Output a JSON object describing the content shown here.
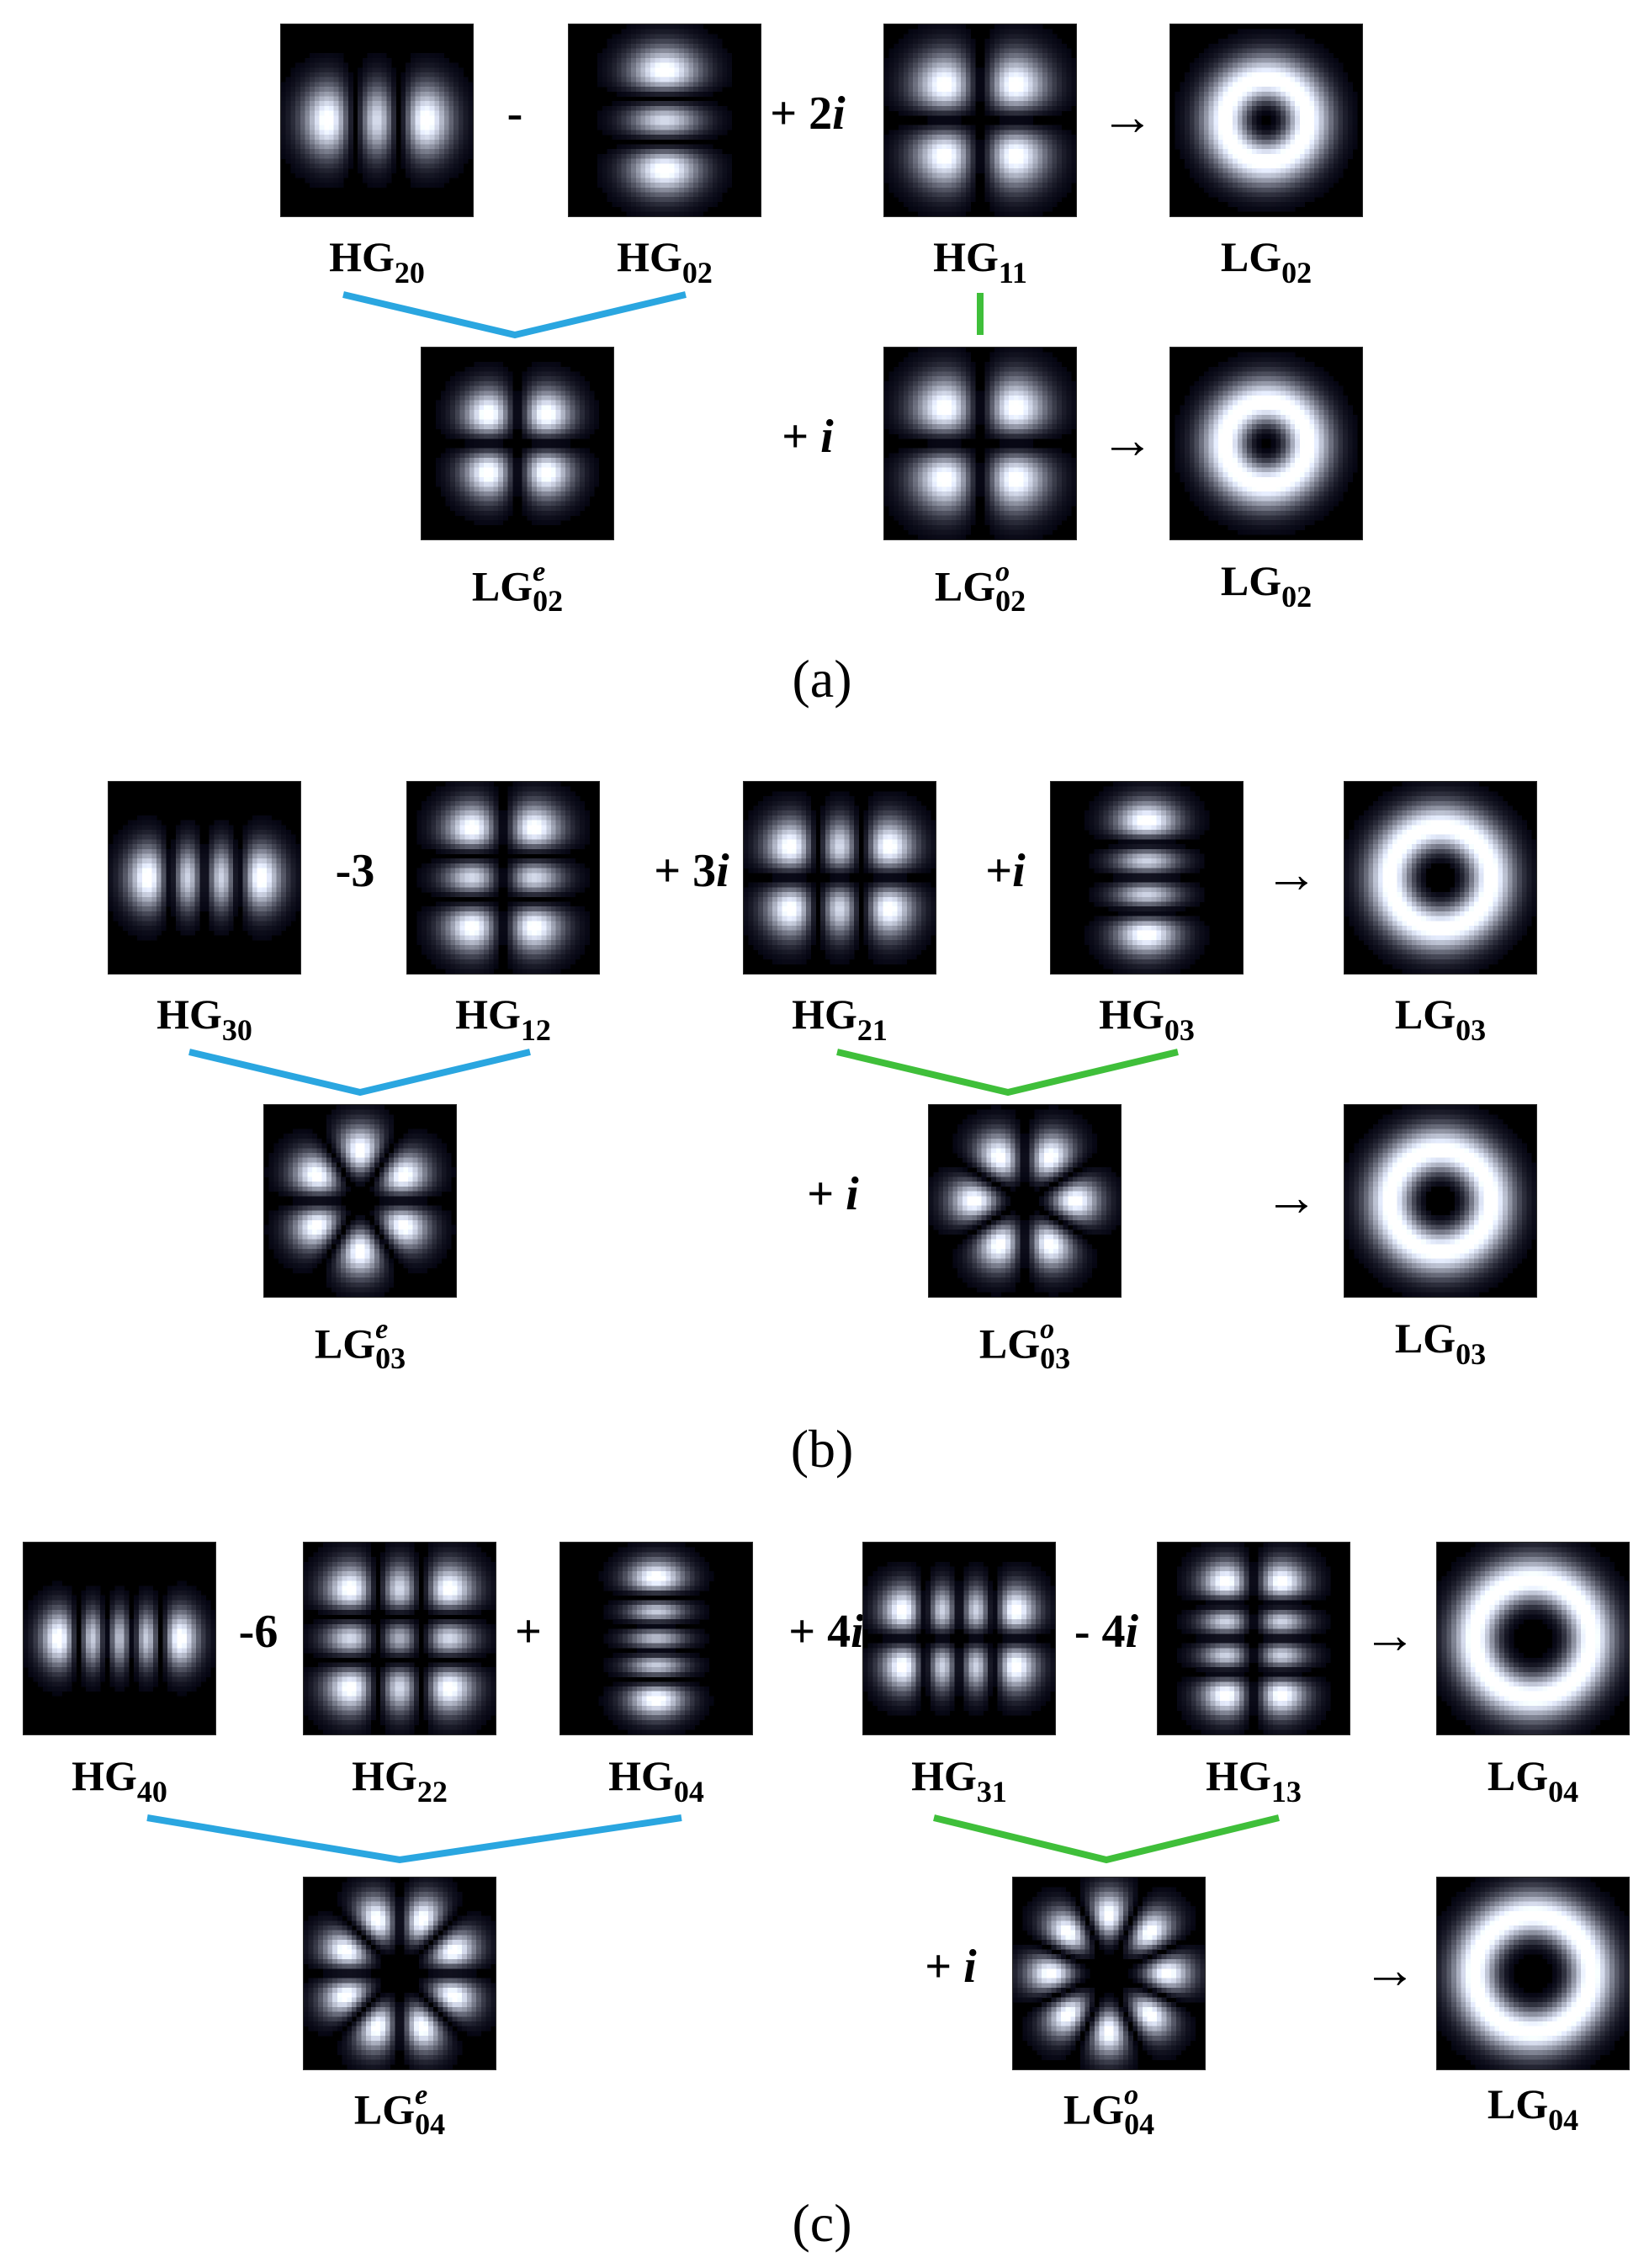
{
  "colors": {
    "blue_link": "#2aa6e0",
    "green_link": "#3fbf3a"
  },
  "panels": [
    {
      "caption": "(a)",
      "row1": [
        {
          "kind": "HG",
          "m": 2,
          "n": 0,
          "label": "HG",
          "sub": "20"
        },
        {
          "kind": "op",
          "text": "-"
        },
        {
          "kind": "HG",
          "m": 0,
          "n": 2,
          "label": "HG",
          "sub": "02"
        },
        {
          "kind": "op",
          "text": "+ 2",
          "it": "i"
        },
        {
          "kind": "HG",
          "m": 1,
          "n": 1,
          "label": "HG",
          "sub": "11"
        },
        {
          "kind": "arrow",
          "text": "→"
        },
        {
          "kind": "ring",
          "order": 2,
          "label": "LG",
          "sub": "02"
        }
      ],
      "row2": [
        {
          "kind": "petal",
          "petals": 4,
          "label": "LG",
          "sub": "02",
          "sup": "e"
        },
        {
          "kind": "op",
          "text": "+ ",
          "it": "i"
        },
        {
          "kind": "HG",
          "m": 1,
          "n": 1,
          "label": "LG",
          "sub": "02",
          "sup": "o"
        },
        {
          "kind": "arrow",
          "text": "→"
        },
        {
          "kind": "ring",
          "order": 2,
          "label": "LG",
          "sub": "02"
        }
      ]
    },
    {
      "caption": "(b)",
      "row1": [
        {
          "kind": "HG",
          "m": 3,
          "n": 0,
          "label": "HG",
          "sub": "30"
        },
        {
          "kind": "op",
          "text": "-3"
        },
        {
          "kind": "HG",
          "m": 1,
          "n": 2,
          "label": "HG",
          "sub": "12"
        },
        {
          "kind": "op",
          "text": "+ 3",
          "it": "i"
        },
        {
          "kind": "HG",
          "m": 2,
          "n": 1,
          "label": "HG",
          "sub": "21"
        },
        {
          "kind": "op",
          "text": "+",
          "it": "i"
        },
        {
          "kind": "HG",
          "m": 0,
          "n": 3,
          "label": "HG",
          "sub": "03"
        },
        {
          "kind": "arrow",
          "text": "→"
        },
        {
          "kind": "ring",
          "order": 3,
          "label": "LG",
          "sub": "03"
        }
      ],
      "row2": [
        {
          "kind": "petal",
          "petals": 6,
          "label": "LG",
          "sub": "03",
          "sup": "e"
        },
        {
          "kind": "op",
          "text": "+ ",
          "it": "i"
        },
        {
          "kind": "petal",
          "petals": 6,
          "offset": 1,
          "label": "LG",
          "sub": "03",
          "sup": "o"
        },
        {
          "kind": "arrow",
          "text": "→"
        },
        {
          "kind": "ring",
          "order": 3,
          "label": "LG",
          "sub": "03"
        }
      ]
    },
    {
      "caption": "(c)",
      "row1": [
        {
          "kind": "HG",
          "m": 4,
          "n": 0,
          "label": "HG",
          "sub": "40"
        },
        {
          "kind": "op",
          "text": "-6"
        },
        {
          "kind": "HG",
          "m": 2,
          "n": 2,
          "label": "HG",
          "sub": "22"
        },
        {
          "kind": "op",
          "text": "+"
        },
        {
          "kind": "HG",
          "m": 0,
          "n": 4,
          "label": "HG",
          "sub": "04"
        },
        {
          "kind": "op",
          "text": "+ 4",
          "it": "i"
        },
        {
          "kind": "HG",
          "m": 3,
          "n": 1,
          "label": "HG",
          "sub": "31"
        },
        {
          "kind": "op",
          "text": "- 4",
          "it": "i"
        },
        {
          "kind": "HG",
          "m": 1,
          "n": 3,
          "label": "HG",
          "sub": "13"
        },
        {
          "kind": "arrow",
          "text": "→"
        },
        {
          "kind": "ring",
          "order": 4,
          "label": "LG",
          "sub": "04"
        }
      ],
      "row2": [
        {
          "kind": "petal",
          "petals": 8,
          "label": "LG",
          "sub": "04",
          "sup": "e"
        },
        {
          "kind": "op",
          "text": "+ ",
          "it": "i"
        },
        {
          "kind": "petal",
          "petals": 8,
          "offset": 1,
          "label": "LG",
          "sub": "04",
          "sup": "o"
        },
        {
          "kind": "arrow",
          "text": "→"
        },
        {
          "kind": "ring",
          "order": 4,
          "label": "LG",
          "sub": "04"
        }
      ]
    }
  ]
}
